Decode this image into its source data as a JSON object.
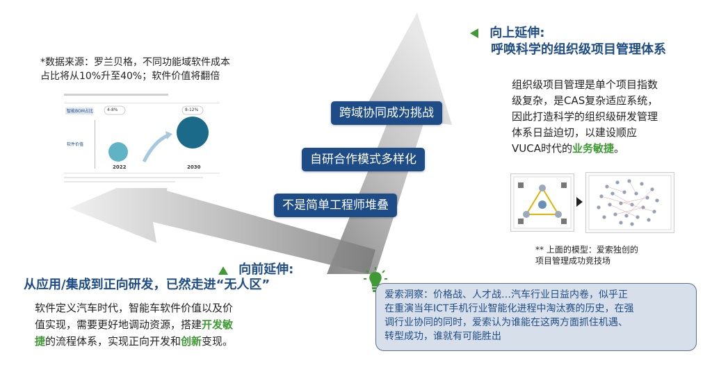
{
  "pills": {
    "p1": "跨域协同成为挑战",
    "p2": "自研合作模式多样化",
    "p3": "不是简单工程师堆叠"
  },
  "source_note": {
    "line1": "*数据来源：罗兰贝格，不同功能域软件成本",
    "line2": "占比将从10%升至40%；软件价值将翻倍"
  },
  "chart": {
    "row_label_1": "智能BOM占比",
    "row_label_2": "软件价值",
    "pct_2022": "4-8%",
    "pct_2030": "8-12%",
    "year_2022": "2022",
    "year_2030": "2030"
  },
  "upward": {
    "title": "向上延伸:",
    "subtitle": "呼唤科学的组织级项目管理体系",
    "body1": "组织级项目管理是单个项目指数",
    "body2": "级复杂，是CAS复杂适应系统，",
    "body3": "因此打造科学的组织级研发管理",
    "body4": "体系日益迫切，以建设顺应",
    "body5_pre": "VUCA时代的",
    "body5_green": "业务敏捷",
    "body5_post": "。"
  },
  "model_caption": {
    "line1": "** 上面的模型：爱索独创的",
    "line2": "项目管理成功竞技场"
  },
  "forward": {
    "title": "向前延伸:",
    "subtitle": "从应用/集成到正向研发，已然走进“无人区”",
    "body1": "软件定义汽车时代，智能车软件价值以及价",
    "body2": "值实现，需要更好地调动资源，搭建",
    "body2_green": "开发敏",
    "body3_green": "捷",
    "body3_mid": "的流程体系，实现正向开发和",
    "body3_green2": "创新",
    "body3_post": "变现。"
  },
  "insight": {
    "line1": "爱索洞察：价格战、人才战…汽车行业日益内卷，似乎正",
    "line2": "在重演当年ICT手机行业智能化进程中淘汰赛的历史，在强",
    "line3": "调行业协同的同时，爱索认为谁能在这两方面抓住机遇、",
    "line4": "转型成功，谁就有可能胜出"
  },
  "colors": {
    "brand_blue": "#1e4c86",
    "accent_green": "#3f9a35",
    "insight_bg": "#d7dfea"
  }
}
